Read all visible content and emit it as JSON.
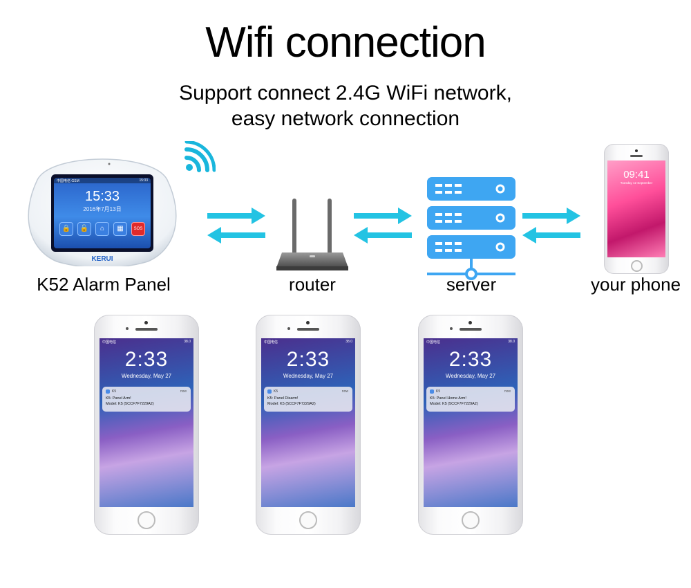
{
  "header": {
    "title": "Wifi connection",
    "subtitle_line1": "Support connect 2.4G WiFi network,",
    "subtitle_line2": "easy network connection"
  },
  "devices": {
    "alarm_panel": {
      "label": "K52 Alarm Panel",
      "screen_time": "15:33",
      "screen_date": "2016年7月13日",
      "status_left": "中国电信 GSM",
      "status_right": "15:33",
      "sos_label": "SOS",
      "brand": "KERUI"
    },
    "router": {
      "label": "router"
    },
    "server": {
      "label": "server"
    },
    "your_phone": {
      "label": "your phone",
      "time": "09:41",
      "date": "Tuesday 12 September"
    }
  },
  "notifications": [
    {
      "status_left": "中国电信",
      "battery": "38.0",
      "time": "2:33",
      "date": "Wednesday, May 27",
      "app": "K5",
      "when": "now",
      "line1": "K5: Panel Arm!",
      "line2": "Model:  K5 (5CCF7F7229A2)"
    },
    {
      "status_left": "中国电信",
      "battery": "38.0",
      "time": "2:33",
      "date": "Wednesday, May 27",
      "app": "K5",
      "when": "now",
      "line1": "K5: Panel Disarm!",
      "line2": "Model:  K5 (5CCF7F7229A2)"
    },
    {
      "status_left": "中国电信",
      "battery": "38.0",
      "time": "2:33",
      "date": "Wednesday, May 27",
      "app": "K5",
      "when": "now",
      "line1": "K5: Panel Home Arm!",
      "line2": "Model:  K5 (5CCF7F7229A2)"
    }
  ],
  "colors": {
    "arrow": "#23c3e3",
    "server": "#3ea6f2",
    "wifi": "#19b6dc"
  }
}
